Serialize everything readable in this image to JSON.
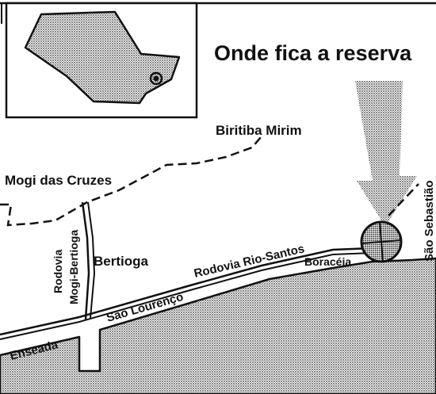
{
  "title": "Onde fica a reserva",
  "places": {
    "biritiba_mirim": "Biritiba Mirim",
    "mogi_das_cruzes": "Mogi das Cruzes",
    "bertioga": "Bertioga",
    "boraceia": "Boracéia",
    "sao_lourenco": "São Lourenço",
    "enseada": "Enseada",
    "sao_sebastiao": "São Sebastião"
  },
  "roads": {
    "rio_santos": "Rodovia Rio-Santos",
    "mogi_bertioga_line1": "Rodovia",
    "mogi_bertioga_line2": "Mogi-Bertioga"
  },
  "colors": {
    "ink": "#111111",
    "paper": "#ffffff",
    "stipple": "#8a8a8a"
  }
}
